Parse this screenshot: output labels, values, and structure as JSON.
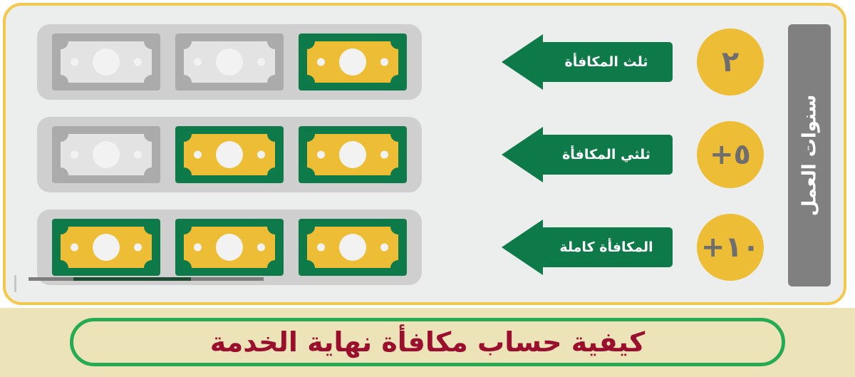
{
  "colors": {
    "panel_background": "#eceded",
    "panel_border": "#f2c94c",
    "tray": "#cfcfcf",
    "bill_active_outer": "#0e7a49",
    "bill_active_inner": "#edbe35",
    "bill_inactive_outer": "#ababab",
    "bill_inactive_inner": "#e3e3e3",
    "arrow": "#0e7a49",
    "badge": "#edbe35",
    "badge_text": "#6e6e6e",
    "years_bar": "#808080",
    "title_band_background": "#ece4b8",
    "title_border": "#27ab52",
    "title_text": "#9b0f2e"
  },
  "years_axis": {
    "label": "سنوات العمل"
  },
  "rows": [
    {
      "badge": "٢",
      "arrow_label": "ثلث المكافأة",
      "bills": [
        {
          "state": "inactive"
        },
        {
          "state": "inactive"
        },
        {
          "state": "active"
        }
      ]
    },
    {
      "badge": "+٥",
      "arrow_label": "ثلثي المكافأة",
      "bills": [
        {
          "state": "inactive"
        },
        {
          "state": "active"
        },
        {
          "state": "active"
        }
      ]
    },
    {
      "badge": "+١٠",
      "arrow_label": "المكافأة كاملة",
      "bills": [
        {
          "state": "active"
        },
        {
          "state": "active"
        },
        {
          "state": "active"
        }
      ]
    }
  ],
  "title": {
    "text": "كيفية حساب مكافأة نهاية الخدمة"
  }
}
